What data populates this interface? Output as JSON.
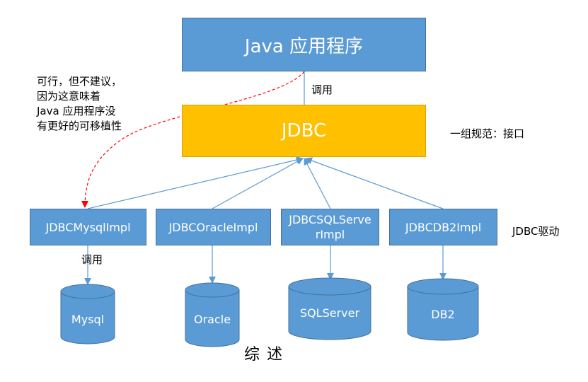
{
  "app_box": {
    "label": "Java 应用程序"
  },
  "call_label_top": "调用",
  "jdbc_box": {
    "label": "JDBC"
  },
  "jdbc_note": "一组规范：接口",
  "side_note": "可行，但不建议，因为这意味着 Java 应用程序没有更好的可移植性",
  "drivers": [
    {
      "label": "JDBCMysqlImpl"
    },
    {
      "label": "JDBCOracleImpl"
    },
    {
      "label": "JDBCSQLServerImpl"
    },
    {
      "label": "JDBCDB2Impl"
    }
  ],
  "drivers_note": "JDBC驱动",
  "call_label_bottom": "调用",
  "databases": [
    {
      "label": "Mysql"
    },
    {
      "label": "Oracle"
    },
    {
      "label": "SQLServer"
    },
    {
      "label": "DB2"
    }
  ],
  "footer": "综述",
  "colors": {
    "box_blue": "#5b9bd5",
    "box_gold": "#ffc000",
    "arrow": "#5b9bd5",
    "dashed_arrow": "#ff0000"
  }
}
